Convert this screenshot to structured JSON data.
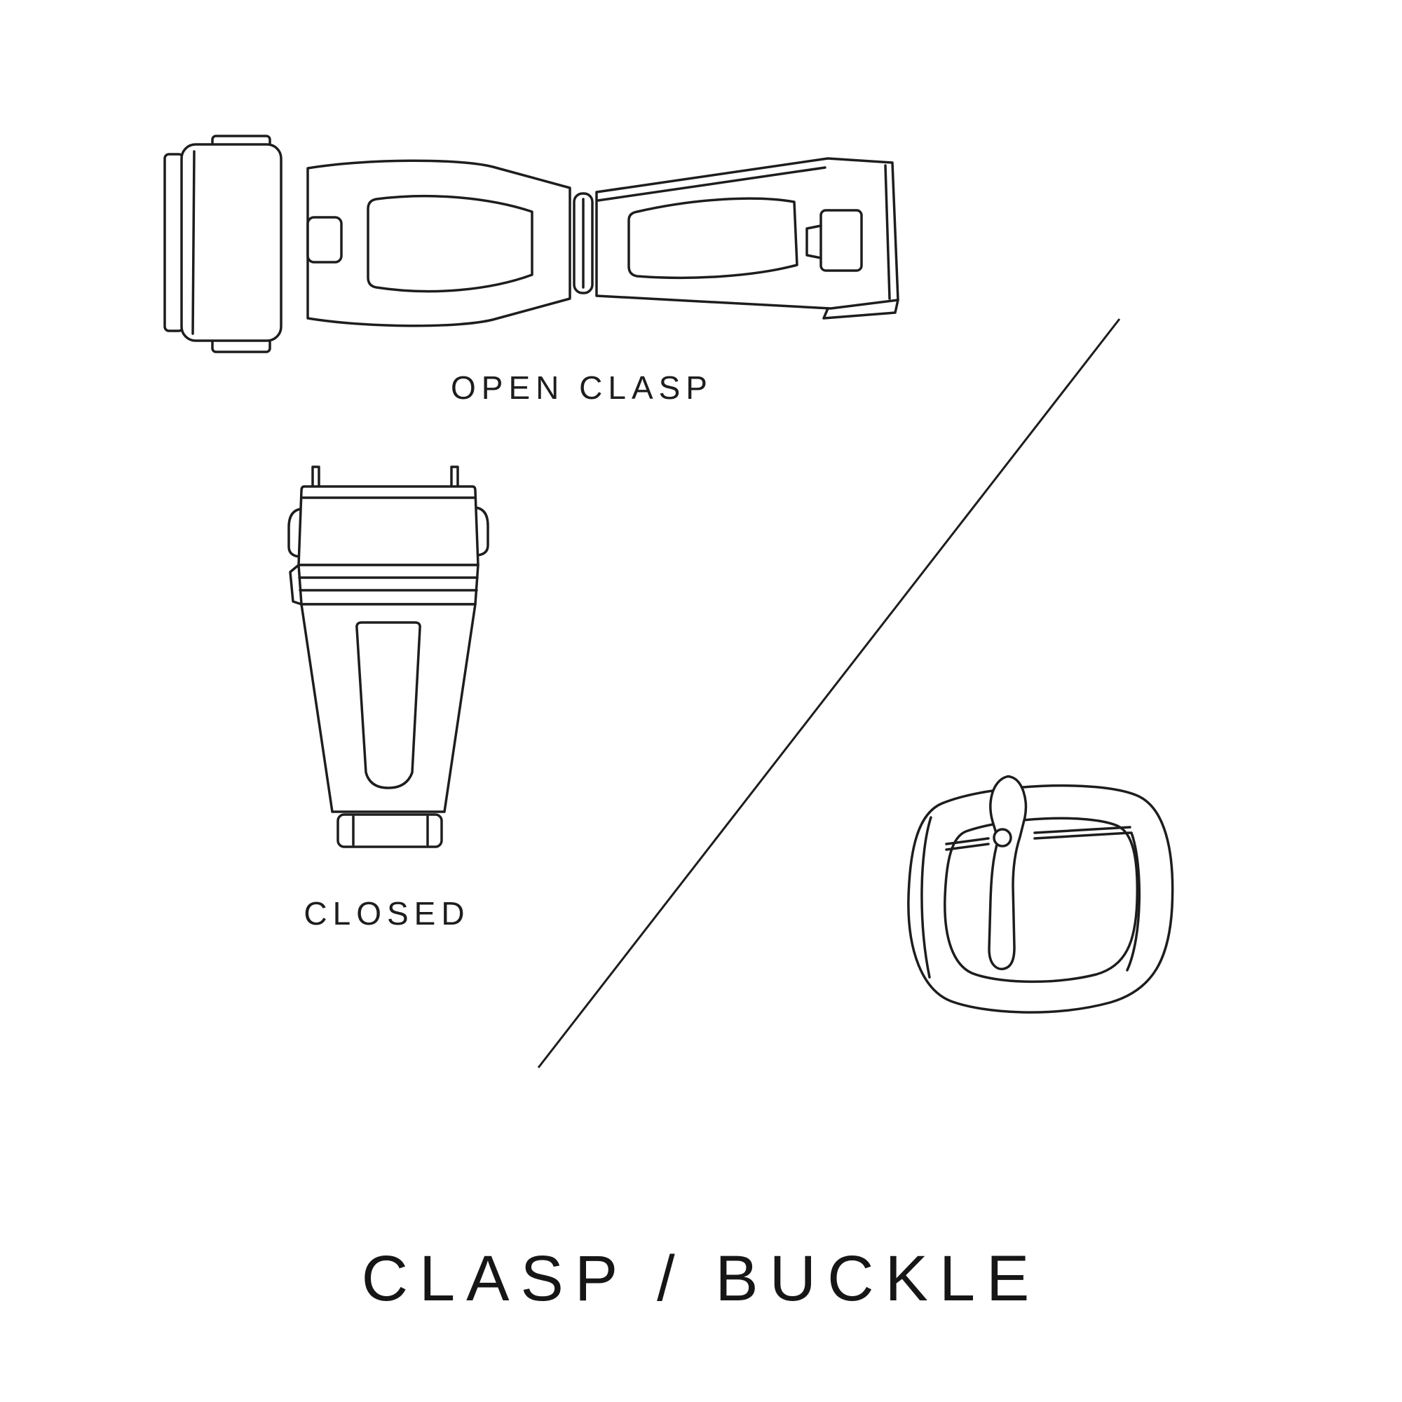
{
  "colors": {
    "background": "#ffffff",
    "line": "#1d1d1d",
    "text": "#161616"
  },
  "diagram": {
    "title": "CLASP / BUCKLE",
    "divider": "diagonal-line",
    "sections": {
      "open_clasp": {
        "label": "OPEN CLASP",
        "illustration": "deployant-clasp-opened-top-view"
      },
      "closed_clasp": {
        "label": "CLOSED",
        "illustration": "deployant-clasp-closed-front-view"
      },
      "buckle": {
        "label": "",
        "illustration": "tang-buckle-perspective-view"
      }
    }
  }
}
